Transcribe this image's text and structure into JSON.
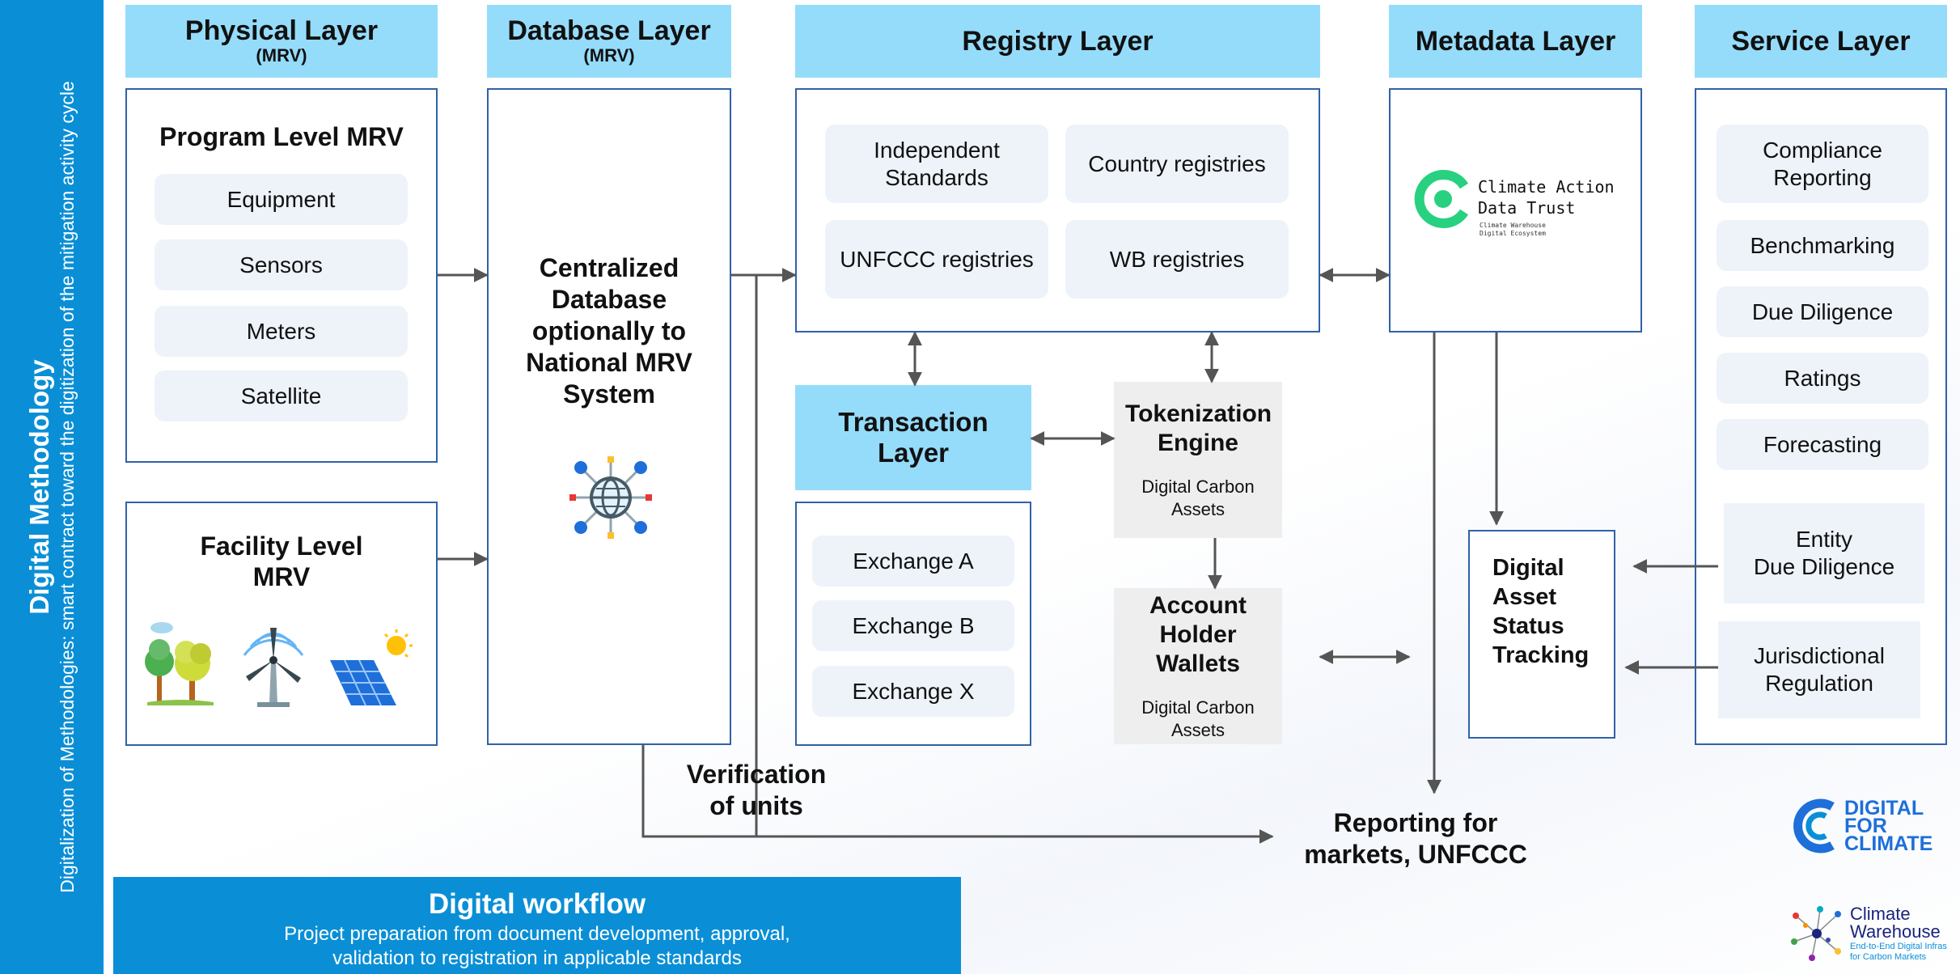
{
  "sidebar": {
    "title": "Digital Methodology",
    "subtitle": "Digitalization of Methodologies: smart contract toward the digitization of the mitigation activity cycle"
  },
  "headers": {
    "physical": {
      "title": "Physical Layer",
      "sub": "(MRV)"
    },
    "database": {
      "title": "Database Layer",
      "sub": "(MRV)"
    },
    "registry": {
      "title": "Registry Layer"
    },
    "metadata": {
      "title": "Metadata Layer"
    },
    "service": {
      "title": "Service Layer"
    }
  },
  "program_mrv": {
    "title": "Program Level MRV",
    "items": [
      "Equipment",
      "Sensors",
      "Meters",
      "Satellite"
    ]
  },
  "facility_mrv": {
    "title": "Facility Level\nMRV"
  },
  "database": {
    "text": "Centralized Database optionally to National MRV System"
  },
  "registry": {
    "items": [
      "Independent Standards",
      "Country registries",
      "UNFCCC registries",
      "WB registries"
    ]
  },
  "metadata": {
    "logo_title": "Climate Action Data Trust",
    "logo_sub": "Climate Warehouse Digital Ecosystem"
  },
  "transaction": {
    "title": "Transaction Layer",
    "exchanges": [
      "Exchange A",
      "Exchange B",
      "Exchange X"
    ]
  },
  "tokenization": {
    "title": "Tokenization Engine",
    "sub": "Digital Carbon Assets"
  },
  "wallets": {
    "title": "Account Holder Wallets",
    "sub": "Digital Carbon Assets"
  },
  "status_tracking": {
    "title": "Digital Asset Status Tracking"
  },
  "service": {
    "items": [
      "Compliance Reporting",
      "Benchmarking",
      "Due Diligence",
      "Ratings",
      "Forecasting"
    ],
    "entity": "Entity\nDue Diligence",
    "jurisdictional": "Jurisdictional Regulation"
  },
  "verification": {
    "text": "Verification of units"
  },
  "reporting": {
    "text": "Reporting for markets, UNFCCC"
  },
  "workflow": {
    "title": "Digital workflow",
    "text": "Project preparation from document development, approval, validation to registration in applicable standards"
  },
  "logos": {
    "d4c": [
      "DIGITAL",
      "FOR",
      "CLIMATE"
    ],
    "cw_title": [
      "Climate",
      "Warehouse"
    ],
    "cw_sub": [
      "End-to-End Digital Infras",
      "for Carbon Markets"
    ]
  },
  "colors": {
    "accent": "#0a8fd6",
    "header": "#95dcfb",
    "border": "#2f62a8",
    "pill": "#edf3f9",
    "gray": "#eeeeee",
    "cadt_green": "#27d17f"
  }
}
